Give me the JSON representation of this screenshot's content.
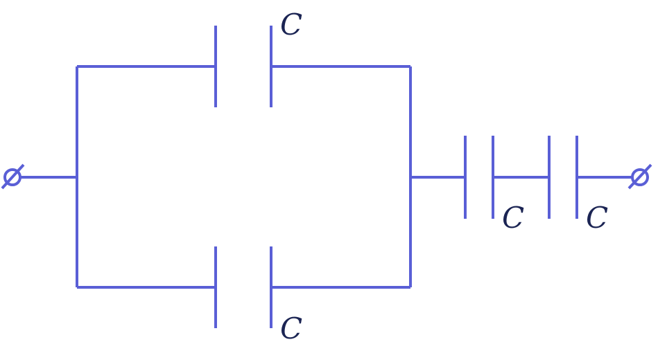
{
  "circuit": {
    "colors": {
      "wire": "#5a5fd6",
      "label": "#1b2453",
      "background": "#ffffff"
    },
    "capacitors": [
      {
        "id": "top",
        "label": "C"
      },
      {
        "id": "bottom",
        "label": "C"
      },
      {
        "id": "series-1",
        "label": "C"
      },
      {
        "id": "series-2",
        "label": "C"
      }
    ],
    "terminals": [
      {
        "id": "left",
        "symbol": "ø"
      },
      {
        "id": "right",
        "symbol": "ø"
      }
    ]
  }
}
